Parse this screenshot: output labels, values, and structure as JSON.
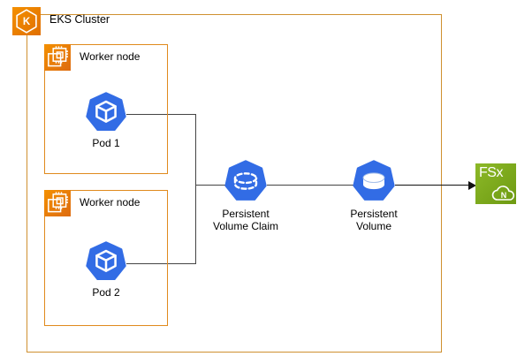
{
  "diagram": {
    "cluster": {
      "label": "EKS Cluster",
      "icon_letter": "K"
    },
    "worker_node_1": {
      "label": "Worker node",
      "pod": {
        "label": "Pod 1"
      }
    },
    "worker_node_2": {
      "label": "Worker node",
      "pod": {
        "label": "Pod 2"
      }
    },
    "pvc": {
      "label_line1": "Persistent",
      "label_line2": "Volume Claim"
    },
    "pv": {
      "label_line1": "Persistent",
      "label_line2": "Volume"
    },
    "fsx": {
      "label": "FSx",
      "cloud_letter": "N"
    },
    "colors": {
      "cluster_border": "#CF9030",
      "worker_border": "#E08A1D",
      "aws_orange": "#ED7100",
      "k8s_blue": "#326CE5",
      "fsx_green": "#7AA116",
      "connector_line": "#444444"
    }
  }
}
